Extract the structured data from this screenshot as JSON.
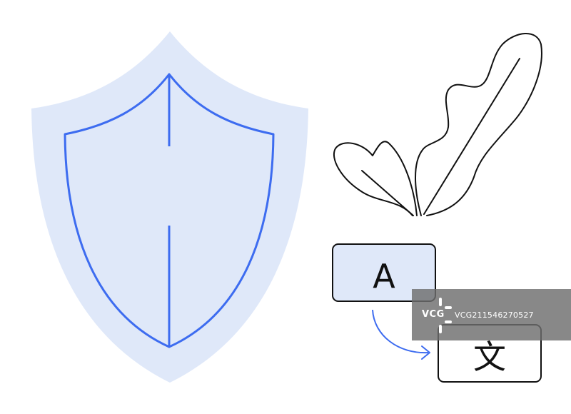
{
  "illustration": {
    "source_box": {
      "text": "A"
    },
    "target_box": {
      "text": "文"
    }
  },
  "watermark": {
    "brand": "VCG",
    "id": "VCG211546270527"
  },
  "colors": {
    "shield_fill": "#dfe8f9",
    "shield_stroke": "#3d6cf0",
    "box_fill_light": "#dfe8f9",
    "outline": "#111111",
    "arrow": "#3d6cf0"
  },
  "icons": [
    "shield-icon",
    "leaf-plant-icon",
    "translate-icon"
  ]
}
